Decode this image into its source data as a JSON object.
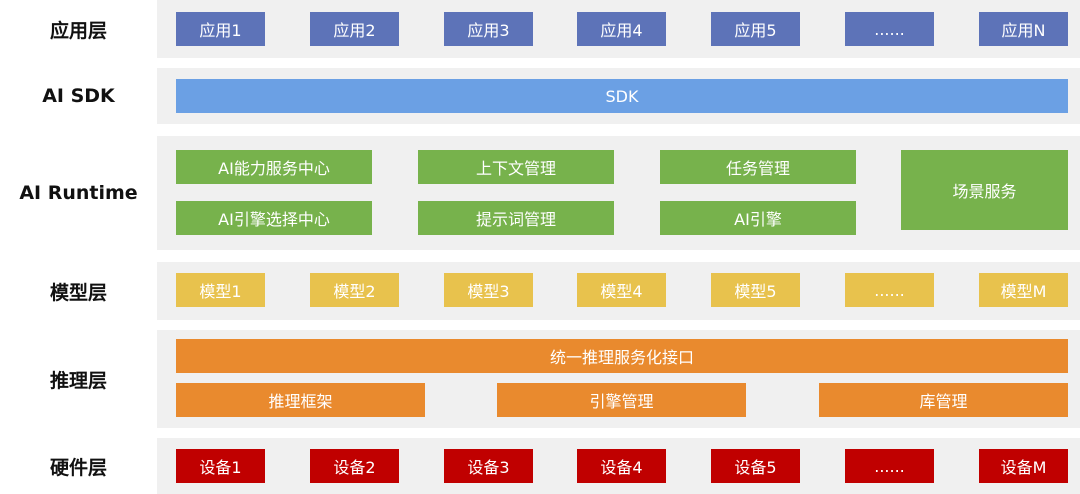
{
  "layers": {
    "app": {
      "label": "应用层",
      "items": [
        "应用1",
        "应用2",
        "应用3",
        "应用4",
        "应用5",
        "......",
        "应用N"
      ]
    },
    "sdk": {
      "label": "AI SDK",
      "items": [
        "SDK"
      ]
    },
    "runtime": {
      "label": "AI Runtime",
      "items": [
        "AI能力服务中心",
        "上下文管理",
        "任务管理",
        "AI引擎选择中心",
        "提示词管理",
        "AI引擎",
        "场景服务"
      ]
    },
    "model": {
      "label": "模型层",
      "items": [
        "模型1",
        "模型2",
        "模型3",
        "模型4",
        "模型5",
        "......",
        "模型M"
      ]
    },
    "inference": {
      "label": "推理层",
      "top": "统一推理服务化接口",
      "items": [
        "推理框架",
        "引擎管理",
        "库管理"
      ]
    },
    "hardware": {
      "label": "硬件层",
      "items": [
        "设备1",
        "设备2",
        "设备3",
        "设备4",
        "设备5",
        "......",
        "设备M"
      ]
    }
  },
  "colors": {
    "app": "#5d73b8",
    "sdk": "#6ba0e4",
    "runtime": "#77b24c",
    "model": "#e8c24d",
    "inference": "#e98a2e",
    "hardware": "#c00000",
    "band": "#f0f0f0"
  }
}
